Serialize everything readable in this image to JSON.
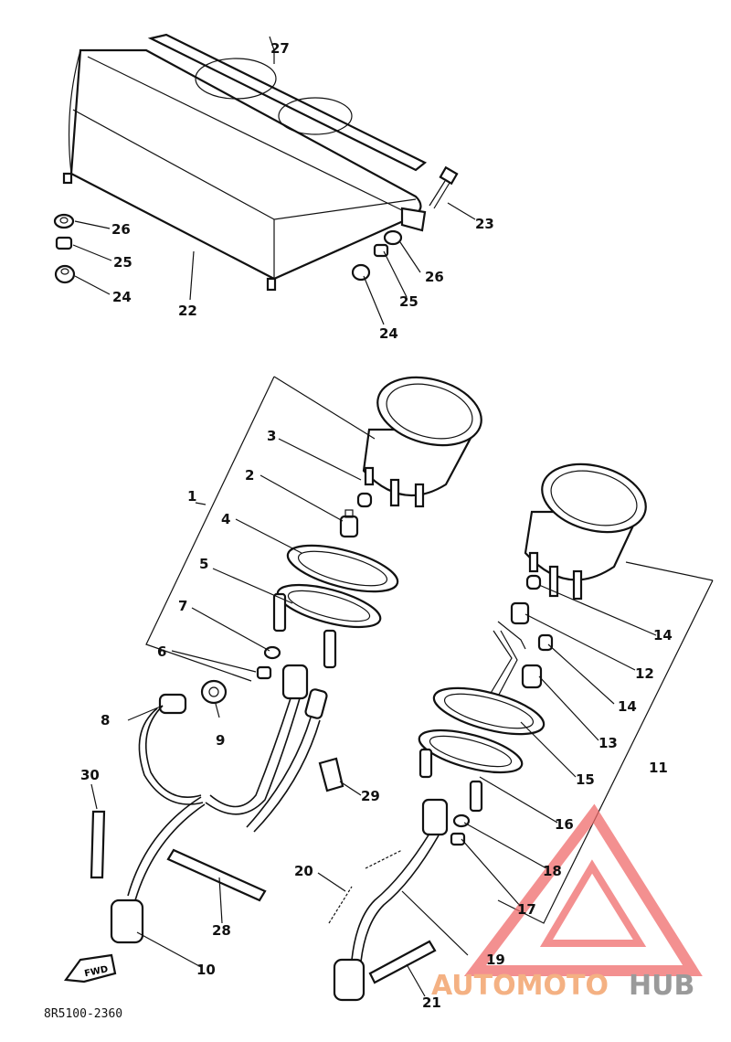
{
  "diagram_code": "8R5100-2360",
  "direction_tag": "FWD",
  "watermark": {
    "prefix": "AUTOMOTO",
    "suffix": "HUB",
    "prefix_color": "#f4b183",
    "suffix_color": "#9a9a9a",
    "triangle_color": "#ef6b6b"
  },
  "part_labels": [
    "1",
    "2",
    "3",
    "4",
    "5",
    "6",
    "7",
    "8",
    "9",
    "10",
    "11",
    "12",
    "13",
    "14",
    "14",
    "15",
    "16",
    "17",
    "18",
    "19",
    "20",
    "21",
    "22",
    "23",
    "24",
    "24",
    "25",
    "25",
    "26",
    "26",
    "27",
    "28",
    "29",
    "30"
  ]
}
